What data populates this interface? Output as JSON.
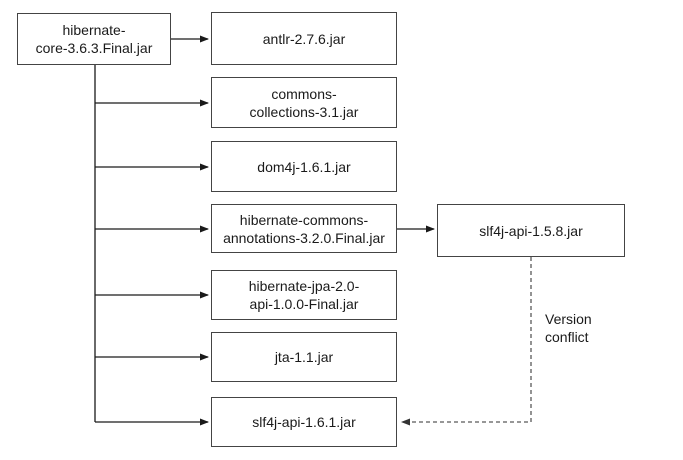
{
  "diagram": {
    "type": "dependency-graph",
    "nodes": {
      "root": {
        "lines": [
          "hibernate-",
          "core-3.6.3.Final.jar"
        ]
      },
      "antlr": {
        "lines": [
          "antlr-2.7.6.jar"
        ]
      },
      "cc": {
        "lines": [
          "commons-",
          "collections-3.1.jar"
        ]
      },
      "dom4j": {
        "lines": [
          "dom4j-1.6.1.jar"
        ]
      },
      "hca": {
        "lines": [
          "hibernate-commons-",
          "annotations-3.2.0.Final.jar"
        ]
      },
      "jpa": {
        "lines": [
          "hibernate-jpa-2.0-",
          "api-1.0.0-Final.jar"
        ]
      },
      "jta": {
        "lines": [
          "jta-1.1.jar"
        ]
      },
      "slf161": {
        "lines": [
          "slf4j-api-1.6.1.jar"
        ]
      },
      "slf158": {
        "lines": [
          "slf4j-api-1.5.8.jar"
        ]
      }
    },
    "annotations": {
      "version_conflict": {
        "lines": [
          "Version",
          "conflict"
        ]
      }
    },
    "edges": [
      {
        "from": "hibernate-core-3.6.3.Final.jar",
        "to": "antlr-2.7.6.jar",
        "style": "solid-arrow"
      },
      {
        "from": "hibernate-core-3.6.3.Final.jar",
        "to": "commons-collections-3.1.jar",
        "style": "solid-arrow"
      },
      {
        "from": "hibernate-core-3.6.3.Final.jar",
        "to": "dom4j-1.6.1.jar",
        "style": "solid-arrow"
      },
      {
        "from": "hibernate-core-3.6.3.Final.jar",
        "to": "hibernate-commons-annotations-3.2.0.Final.jar",
        "style": "solid-arrow"
      },
      {
        "from": "hibernate-core-3.6.3.Final.jar",
        "to": "hibernate-jpa-2.0-api-1.0.0-Final.jar",
        "style": "solid-arrow"
      },
      {
        "from": "hibernate-core-3.6.3.Final.jar",
        "to": "jta-1.1.jar",
        "style": "solid-arrow"
      },
      {
        "from": "hibernate-core-3.6.3.Final.jar",
        "to": "slf4j-api-1.6.1.jar",
        "style": "solid-arrow"
      },
      {
        "from": "hibernate-commons-annotations-3.2.0.Final.jar",
        "to": "slf4j-api-1.5.8.jar",
        "style": "solid-arrow"
      },
      {
        "from": "slf4j-api-1.5.8.jar",
        "to": "slf4j-api-1.6.1.jar",
        "style": "dashed-arrow",
        "label": "Version conflict"
      }
    ],
    "colors": {
      "line": "#1a1a1a",
      "dashed_line": "#666666",
      "box_border": "#444444",
      "background": "#ffffff",
      "text": "#1a1a1a"
    }
  }
}
